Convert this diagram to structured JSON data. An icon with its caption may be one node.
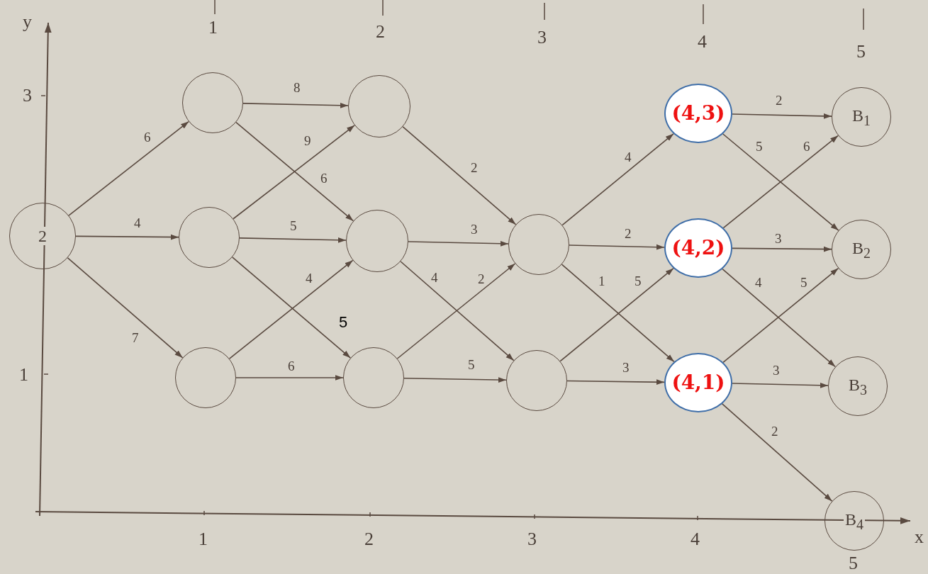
{
  "diagram": {
    "nodes": [
      {
        "text": [
          "2"
        ]
      },
      {
        "text": [],
        "shape": "circle"
      },
      {
        "text": [],
        "shape": "circle"
      },
      {
        "text": [],
        "shape": "circle"
      },
      {
        "text": [],
        "shape": "circle"
      },
      {
        "text": [],
        "shape": "circle"
      },
      {
        "text": [],
        "shape": "circle"
      },
      {
        "text": [],
        "shape": "circle"
      },
      {
        "text": [],
        "shape": "circle"
      },
      {
        "text": [
          "(4,3)"
        ]
      },
      {
        "text": [
          "(4,2)"
        ]
      },
      {
        "text": [
          "(4,1)"
        ]
      },
      {
        "text": [
          "B$_{1}$"
        ]
      },
      {
        "text": [
          "B$_{2}$"
        ]
      },
      {
        "text": [
          "B$_{3}$"
        ]
      },
      {
        "text": [
          "B$_{4}$"
        ]
      }
    ],
    "edges": [
      {
        "from": 0,
        "to": 1,
        "arrow": "to",
        "label": "6"
      },
      {
        "from": 0,
        "to": 2,
        "arrow": "to",
        "label": "4"
      },
      {
        "from": 0,
        "to": 3,
        "arrow": "to",
        "label": "7"
      },
      {
        "from": 1,
        "to": 4,
        "arrow": "to",
        "label": "8"
      },
      {
        "from": 1,
        "to": 5,
        "arrow": "to",
        "label": "6"
      },
      {
        "from": 2,
        "to": 4,
        "arrow": "to",
        "label": "9"
      },
      {
        "from": 2,
        "to": 5,
        "arrow": "to",
        "label": "5"
      },
      {
        "from": 2,
        "to": 6,
        "arrow": "to",
        "label": "5"
      },
      {
        "from": 3,
        "to": 5,
        "arrow": "to",
        "label": "4"
      },
      {
        "from": 3,
        "to": 6,
        "arrow": "to",
        "label": "6"
      },
      {
        "from": 4,
        "to": 7,
        "arrow": "to",
        "label": "2"
      },
      {
        "from": 5,
        "to": 7,
        "arrow": "to",
        "label": "3"
      },
      {
        "from": 5,
        "to": 8,
        "arrow": "to",
        "label": "4"
      },
      {
        "from": 6,
        "to": 7,
        "arrow": "to",
        "label": "2"
      },
      {
        "from": 6,
        "to": 8,
        "arrow": "to",
        "label": "5"
      },
      {
        "from": 7,
        "to": 9,
        "arrow": "to",
        "label": "4"
      },
      {
        "from": 7,
        "to": 10,
        "arrow": "to",
        "label": "2"
      },
      {
        "from": 7,
        "to": 11,
        "arrow": "to",
        "label": "1"
      },
      {
        "from": 8,
        "to": 10,
        "arrow": "to",
        "label": "5"
      },
      {
        "from": 8,
        "to": 11,
        "arrow": "to",
        "label": "3"
      },
      {
        "from": 9,
        "to": 12,
        "arrow": "to",
        "label": "2"
      },
      {
        "from": 9,
        "to": 13,
        "arrow": "to",
        "label": "5"
      },
      {
        "from": 10,
        "to": 12,
        "arrow": "to",
        "label": "6"
      },
      {
        "from": 10,
        "to": 13,
        "arrow": "to",
        "label": "3"
      },
      {
        "from": 10,
        "to": 14,
        "arrow": "to",
        "label": "4"
      },
      {
        "from": 11,
        "to": 13,
        "arrow": "to",
        "label": "5"
      },
      {
        "from": 11,
        "to": 14,
        "arrow": "to",
        "label": "3"
      },
      {
        "from": 11,
        "to": 15,
        "arrow": "to",
        "label": "2"
      }
    ],
    "labels": [
      "y",
      "1",
      "2",
      "3",
      "4",
      "5",
      "3",
      "1",
      "1",
      "2",
      "3",
      "4",
      "x",
      "5"
    ]
  }
}
